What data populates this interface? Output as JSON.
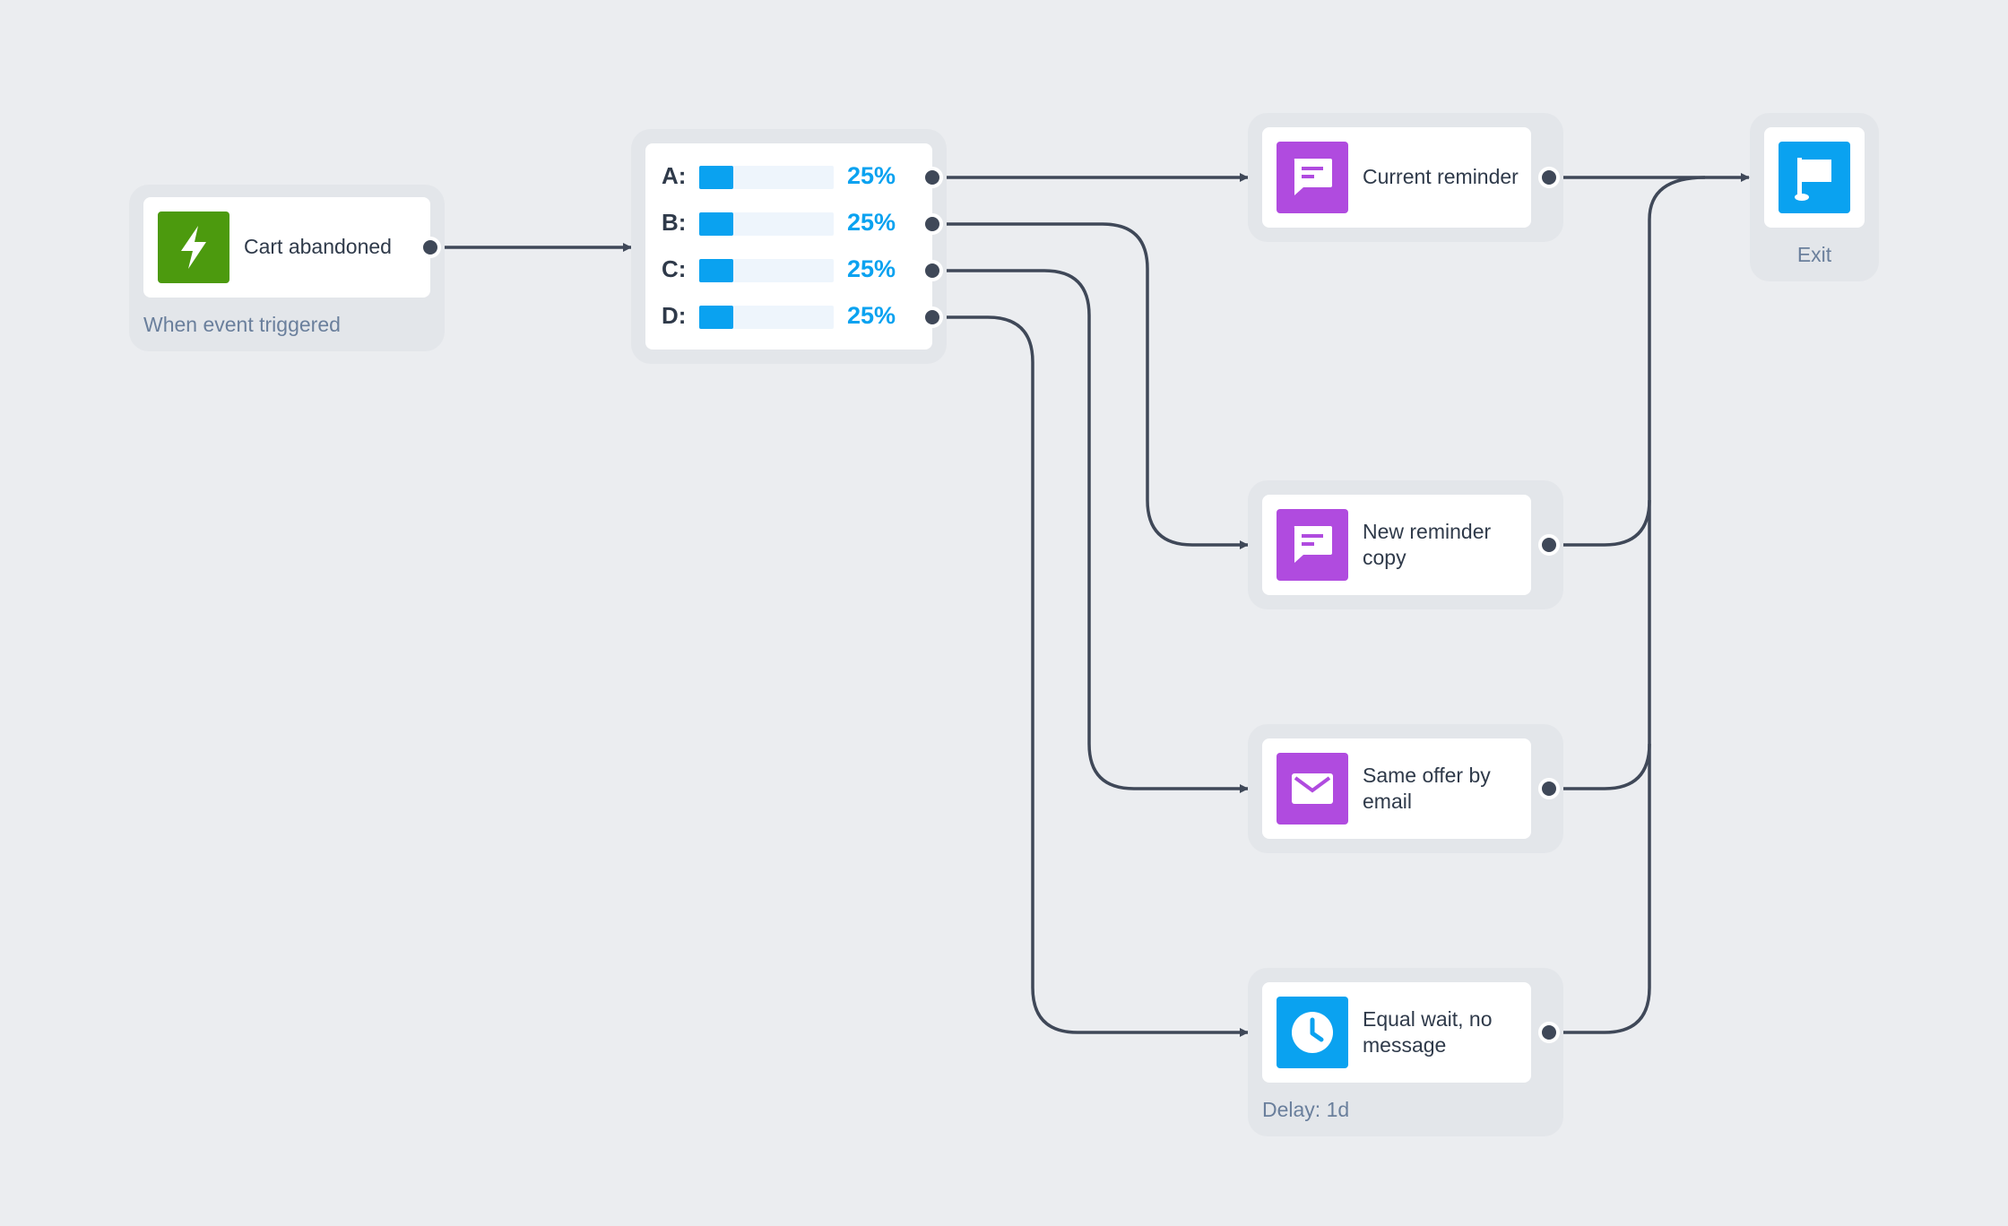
{
  "colors": {
    "background": "#ebedf0",
    "wire": "#3f4858",
    "trigger_icon": "#4c9a0e",
    "message_icon": "#b04bdf",
    "blue_icon": "#0aa2f0",
    "split_bar": "#0aa2f0"
  },
  "nodes": {
    "trigger": {
      "title": "Cart abandoned",
      "subtitle": "When event triggered",
      "icon": "lightning-icon"
    },
    "split": {
      "branches": [
        {
          "letter": "A:",
          "percent_label": "25%",
          "fraction": 0.25
        },
        {
          "letter": "B:",
          "percent_label": "25%",
          "fraction": 0.25
        },
        {
          "letter": "C:",
          "percent_label": "25%",
          "fraction": 0.25
        },
        {
          "letter": "D:",
          "percent_label": "25%",
          "fraction": 0.25
        }
      ]
    },
    "current_reminder": {
      "title": "Current reminder",
      "icon": "chat-message-icon"
    },
    "new_reminder": {
      "title_line1": "New reminder",
      "title_line2": "copy",
      "icon": "chat-message-icon"
    },
    "email_offer": {
      "title_line1": "Same offer by",
      "title_line2": "email",
      "icon": "envelope-icon"
    },
    "wait": {
      "title_line1": "Equal wait, no",
      "title_line2": "message",
      "subtitle": "Delay: 1d",
      "icon": "clock-icon"
    },
    "exit": {
      "title": "Exit",
      "icon": "flag-icon"
    }
  }
}
